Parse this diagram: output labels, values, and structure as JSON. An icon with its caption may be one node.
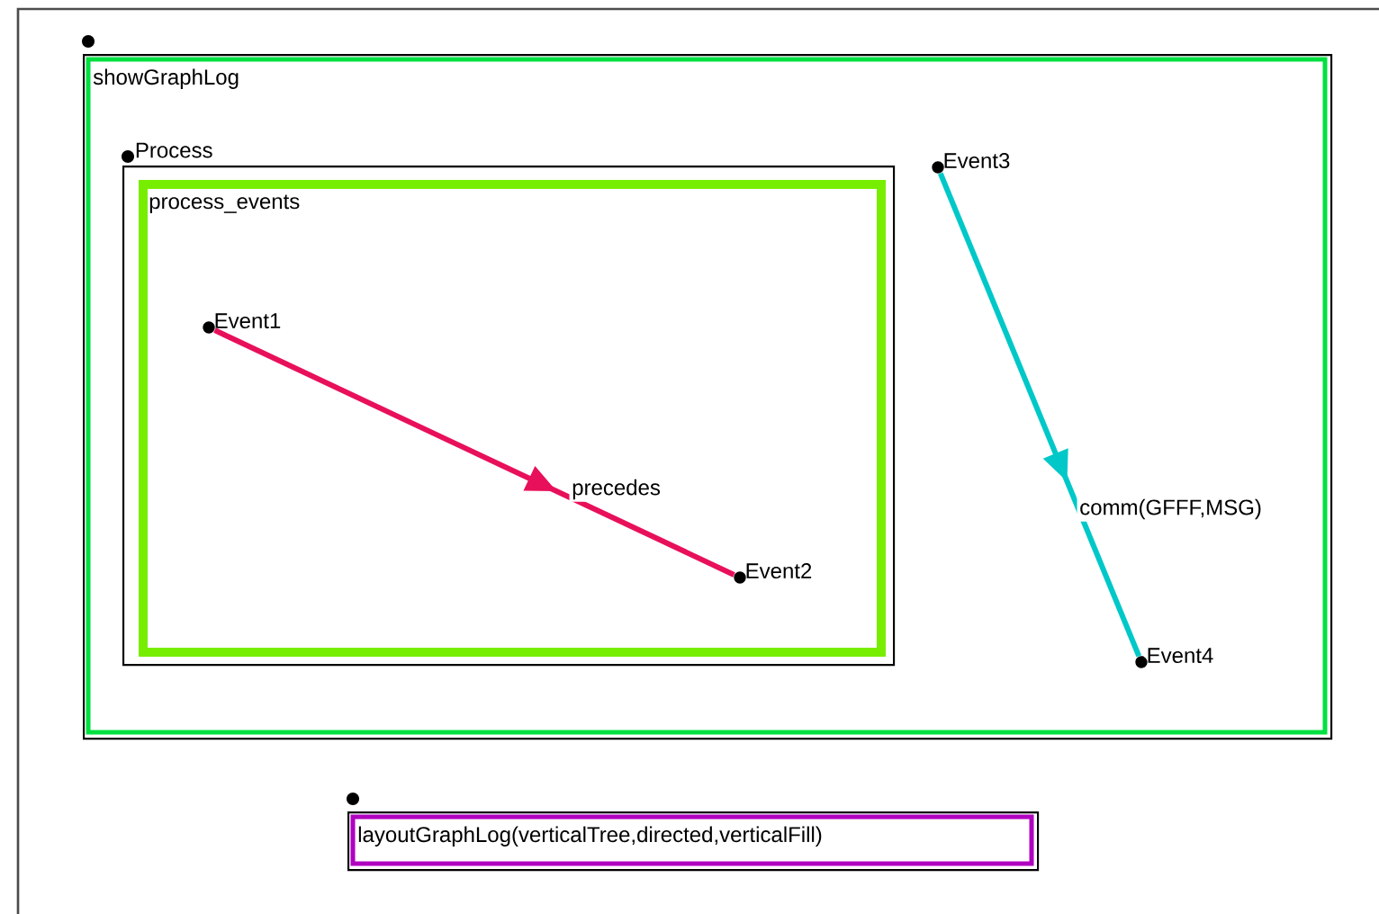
{
  "diagram": {
    "nodes": [
      {
        "text": [
          "showGraphLog"
        ]
      },
      {
        "text": [
          "Process"
        ],
        "in": 0
      },
      {
        "text": [
          "process_events"
        ],
        "in": 1
      },
      {
        "text": [
          "Event1"
        ],
        "in": 2
      },
      {
        "text": [
          "Event2"
        ],
        "in": 2
      },
      {
        "text": [
          "Event3"
        ],
        "in": 0
      },
      {
        "text": [
          "Event4"
        ],
        "in": 0
      },
      {
        "text": [
          "layoutGraphLog(verticalTree,directed,verticalFill)"
        ]
      }
    ],
    "edges": [
      {
        "from": 3,
        "to": 4,
        "arrow": "to",
        "label": "precedes",
        "color": "#e8105a"
      },
      {
        "from": 5,
        "to": 6,
        "arrow": "to",
        "label": "comm(GFFF,MSG)",
        "color": "#00c8c8"
      }
    ]
  }
}
